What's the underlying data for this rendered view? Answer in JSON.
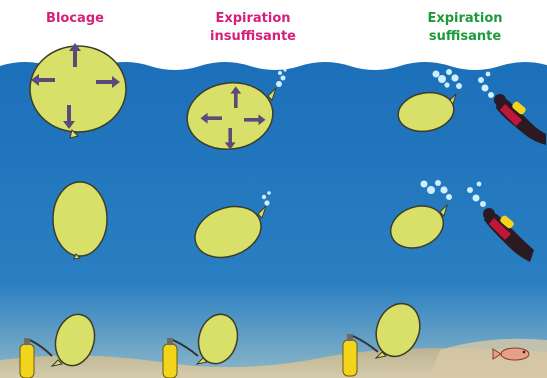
{
  "headings": [
    {
      "text": "Blocage",
      "color": "#d6207a"
    },
    {
      "text": "Expiration\ninsuffisante",
      "color": "#d6207a"
    },
    {
      "text": "Expiration\nsuffisante",
      "color": "#1f9a3a"
    }
  ],
  "colors": {
    "water": "#1d6fb8",
    "balloon": "#d8e06a",
    "balloon_outline": "#3c3c28",
    "arrow": "#5b4a7a",
    "bubbles": "#cfeefe",
    "diver_suit": "#c0163a",
    "tank": "#f2d51b",
    "sand": "#d9c29b"
  },
  "icons": [
    "balloon-icon",
    "pressure-arrow-icon",
    "air-bubbles-icon",
    "scuba-diver-icon",
    "air-tank-icon",
    "fish-icon"
  ]
}
